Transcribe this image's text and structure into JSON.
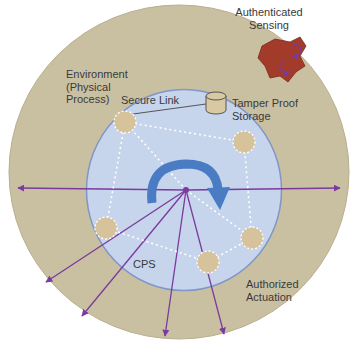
{
  "diagram": {
    "nodes": [
      {
        "text": [
          "Environment (Physical Process)"
        ]
      },
      {
        "text": [
          "CPS"
        ],
        "in": 0
      }
    ],
    "labels": [
      "Authenticated Sensing",
      "Secure Link",
      "Tamper Proof Storage",
      "Authorized Actuation"
    ]
  }
}
